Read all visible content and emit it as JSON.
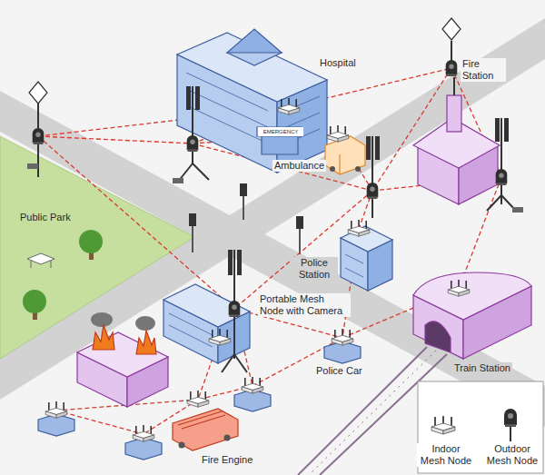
{
  "diagram": {
    "labels": [
      "Hospital",
      "Fire Station",
      "EMERGENCY",
      "Ambulance",
      "Public Park",
      "Police Station",
      "Portable Mesh Node with Camera",
      "Police Car",
      "Train Station",
      "Fire Engine"
    ],
    "legend": [
      {
        "text": "Indoor Mesh Node"
      },
      {
        "text": "Outdoor Mesh Node"
      }
    ]
  }
}
